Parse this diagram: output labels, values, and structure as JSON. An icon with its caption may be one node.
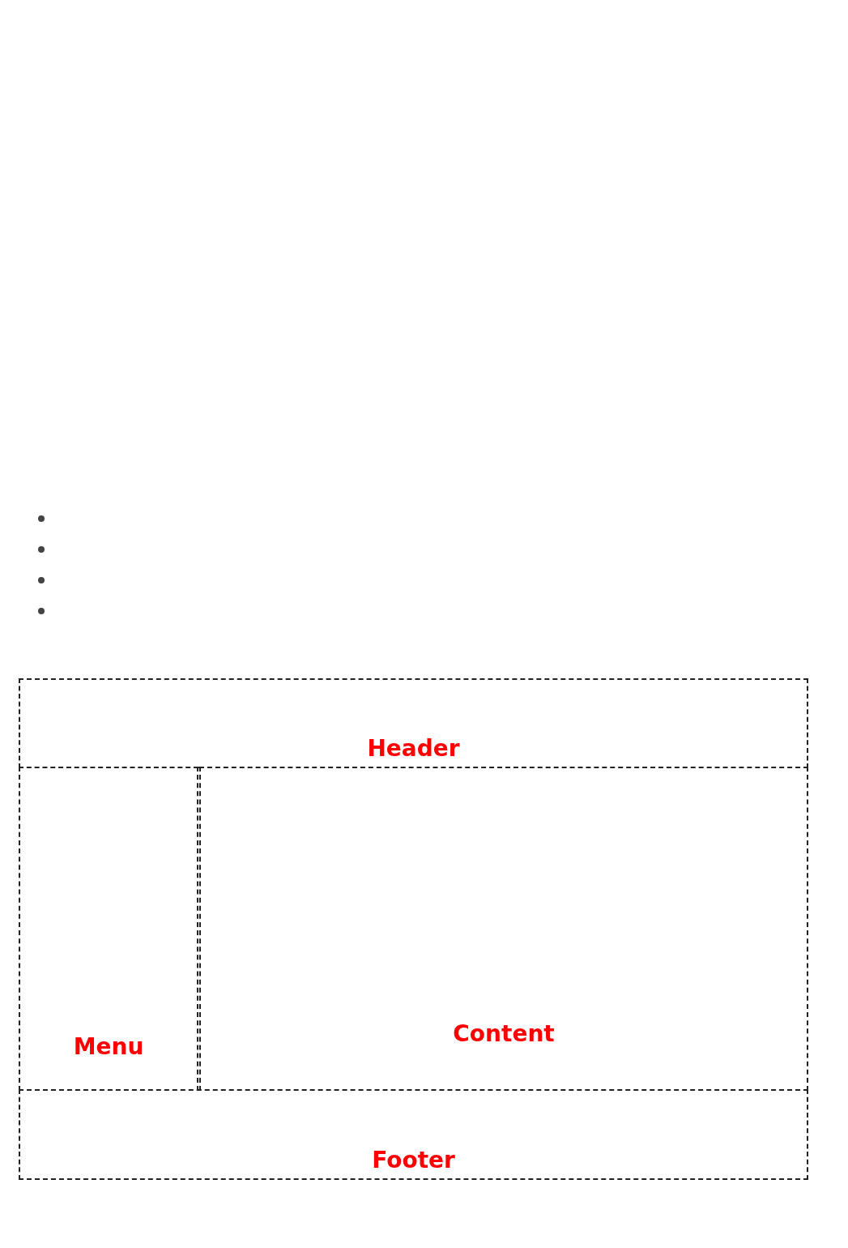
{
  "diagram": {
    "nodes": [
      {
        "text": [
          "Header"
        ]
      },
      {
        "text": [
          "Menu"
        ]
      },
      {
        "text": [
          "Content"
        ]
      },
      {
        "text": [
          "Footer"
        ]
      }
    ],
    "edges": []
  }
}
